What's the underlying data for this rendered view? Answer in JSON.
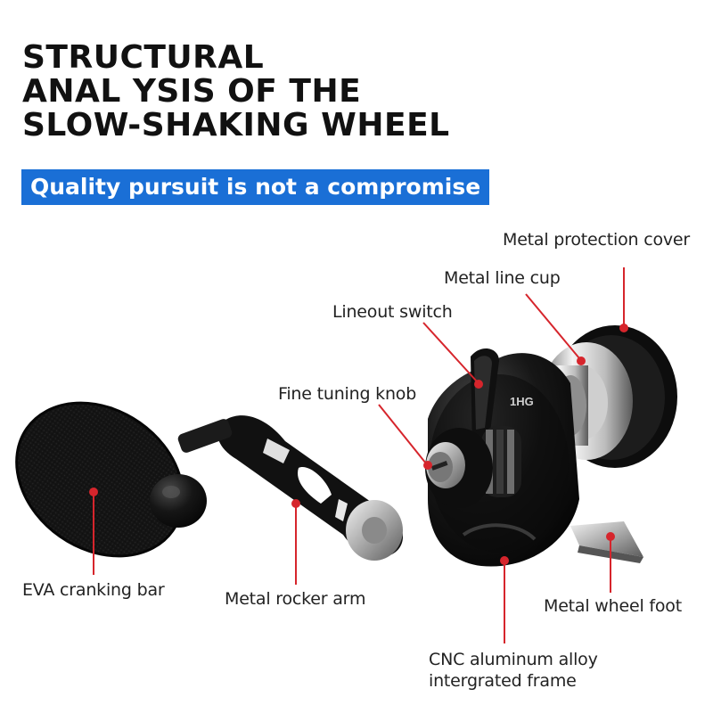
{
  "title": {
    "line1": "STRUCTURAL",
    "line2": "ANAL YSIS OF THE",
    "line3": "SLOW-SHAKING WHEEL"
  },
  "banner": {
    "text": "Quality pursuit is not a compromise",
    "color": "#1a6fd6"
  },
  "accent_color": "#d6252c",
  "labels": {
    "protection_cover": "Metal protection cover",
    "line_cup": "Metal line cup",
    "lineout_switch": "Lineout switch",
    "fine_tuning_knob": "Fine tuning knob",
    "eva_bar": "EVA cranking bar",
    "rocker_arm": "Metal rocker arm",
    "wheel_foot": "Metal wheel foot",
    "frame_line1": "CNC aluminum alloy",
    "frame_line2": "intergrated frame"
  },
  "product_image": {
    "icon": "fishing-reel-illustration",
    "model_text": "1HG"
  }
}
